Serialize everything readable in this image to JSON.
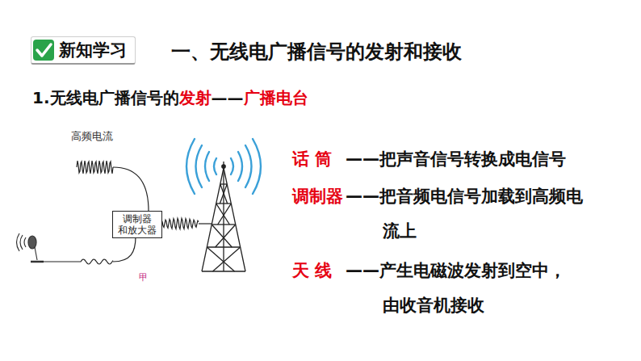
{
  "diagram": {
    "title": "一、无线电广播信号的发射和接收",
    "nodes": [
      {
        "text": [
          "新知学习"
        ]
      },
      {
        "text": [
          "调制器 和放大器"
        ]
      }
    ],
    "labels": [
      "1.无线电广播信号的",
      "发射",
      "——",
      "广播电台",
      "高频电流",
      "甲",
      "话 筒",
      "——把声音信号转换成电信号",
      "调制器",
      "——把音频电信号加载到高频电流上",
      "天 线",
      "——产生电磁波发射到空中，由收音机接收"
    ]
  }
}
